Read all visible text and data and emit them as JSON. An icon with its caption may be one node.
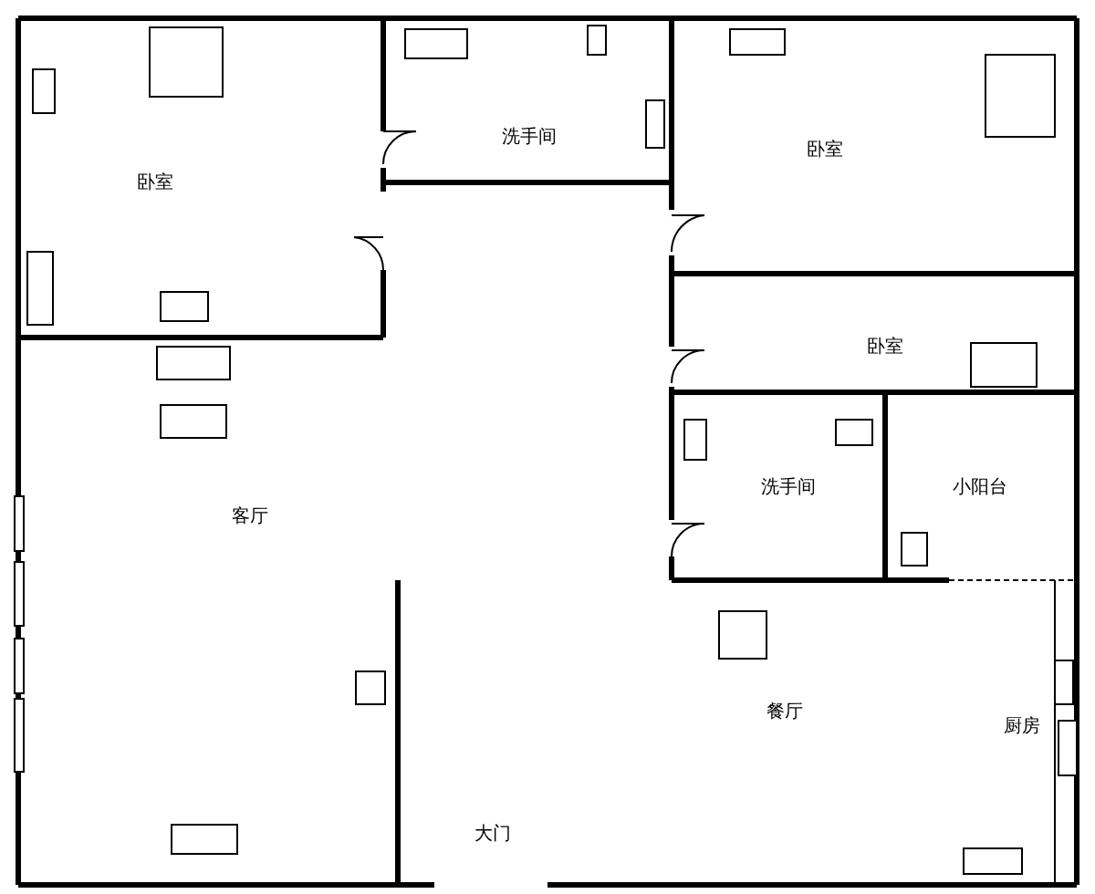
{
  "diagram": {
    "nodes": [
      {
        "text": [
          "卧室"
        ]
      },
      {
        "text": [
          "洗手间"
        ]
      },
      {
        "text": [
          "卧室"
        ]
      },
      {
        "text": [
          "卧室"
        ]
      },
      {
        "text": [
          "客厅"
        ]
      },
      {
        "text": [
          "洗手间"
        ]
      },
      {
        "text": [
          "小阳台"
        ]
      },
      {
        "text": [
          "餐厅"
        ]
      },
      {
        "text": [
          "厨房"
        ]
      }
    ],
    "labels": [
      "大门"
    ]
  }
}
